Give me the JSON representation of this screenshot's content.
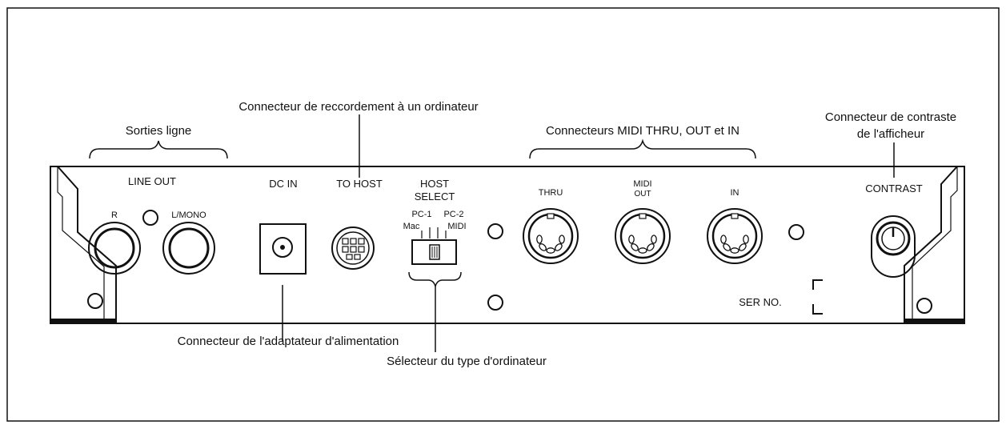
{
  "colors": {
    "ink": "#111111",
    "paper": "#ffffff",
    "panel_fill": "#ffffff"
  },
  "callouts": {
    "line_outputs": "Sorties ligne",
    "host_connector": "Connecteur de reccordement à un ordinateur",
    "midi_connectors": "Connecteurs MIDI THRU, OUT et IN",
    "contrast_line1": "Connecteur de contraste",
    "contrast_line2": "de l'afficheur",
    "power_adapter": "Connecteur de l'adaptateur d'alimentation",
    "computer_selector": "Sélecteur du type d'ordinateur"
  },
  "panel": {
    "line_out": "LINE OUT",
    "r": "R",
    "l_mono": "L/MONO",
    "dc_in": "DC IN",
    "to_host": "TO HOST",
    "host_select_1": "HOST",
    "host_select_2": "SELECT",
    "pc1": "PC-1",
    "pc2": "PC-2",
    "mac": "Mac",
    "midi": "MIDI",
    "thru": "THRU",
    "midi_top": "MIDI",
    "out": "OUT",
    "in": "IN",
    "contrast": "CONTRAST",
    "ser_no": "SER NO."
  }
}
